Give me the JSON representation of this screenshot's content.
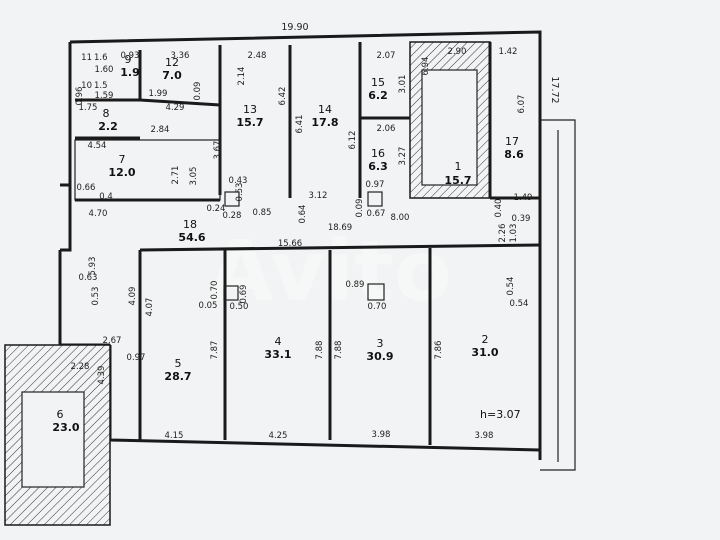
{
  "plan": {
    "ceiling_height": "h=3.07",
    "overall_width": "19.90",
    "overall_depth": "17.72",
    "watermark": "Avito",
    "rooms": [
      {
        "num": "1",
        "area": "15.7"
      },
      {
        "num": "2",
        "area": "31.0"
      },
      {
        "num": "3",
        "area": "30.9"
      },
      {
        "num": "4",
        "area": "33.1"
      },
      {
        "num": "5",
        "area": "28.7"
      },
      {
        "num": "6",
        "area": "23.0"
      },
      {
        "num": "7",
        "area": "12.0"
      },
      {
        "num": "8",
        "area": "2.2"
      },
      {
        "num": "9",
        "area": "1.9"
      },
      {
        "num": "10",
        "area": "1.5"
      },
      {
        "num": "11",
        "area": "1.6"
      },
      {
        "num": "12",
        "area": "7.0"
      },
      {
        "num": "13",
        "area": "15.7"
      },
      {
        "num": "14",
        "area": "17.8"
      },
      {
        "num": "15",
        "area": "6.2"
      },
      {
        "num": "16",
        "area": "6.3"
      },
      {
        "num": "17",
        "area": "8.6"
      },
      {
        "num": "18",
        "area": "54.6"
      }
    ],
    "dims": [
      "3.36",
      "2.48",
      "2.07",
      "2.90",
      "1.42",
      "0.93",
      "1.60",
      "1.59",
      "1.99",
      "1.75",
      "4.29",
      "2.84",
      "4.54",
      "4.70",
      "0.66",
      "0.4",
      "3.67",
      "2.14",
      "6.42",
      "6.41",
      "6.12",
      "3.01",
      "3.27",
      "2.06",
      "6.94",
      "6.07",
      "15.66",
      "18.69",
      "8.00",
      "3.12",
      "0.85",
      "0.64",
      "0.67",
      "0.97",
      "1.49",
      "0.40",
      "0.39",
      "2.26",
      "1.03",
      "5.93",
      "4.09",
      "4.07",
      "0.63",
      "0.53",
      "0.70",
      "0.05",
      "0.69",
      "0.50",
      "0.89",
      "0.70",
      "0.54",
      "0.54",
      "7.87",
      "7.88",
      "7.88",
      "7.86",
      "2.67",
      "0.97",
      "2.28",
      "4.39",
      "4.15",
      "4.25",
      "3.98",
      "3.98",
      "2.71",
      "3.05",
      "0.43",
      "0.53",
      "0.28",
      "0.24",
      "0.96",
      "0.09",
      "0.09"
    ]
  }
}
